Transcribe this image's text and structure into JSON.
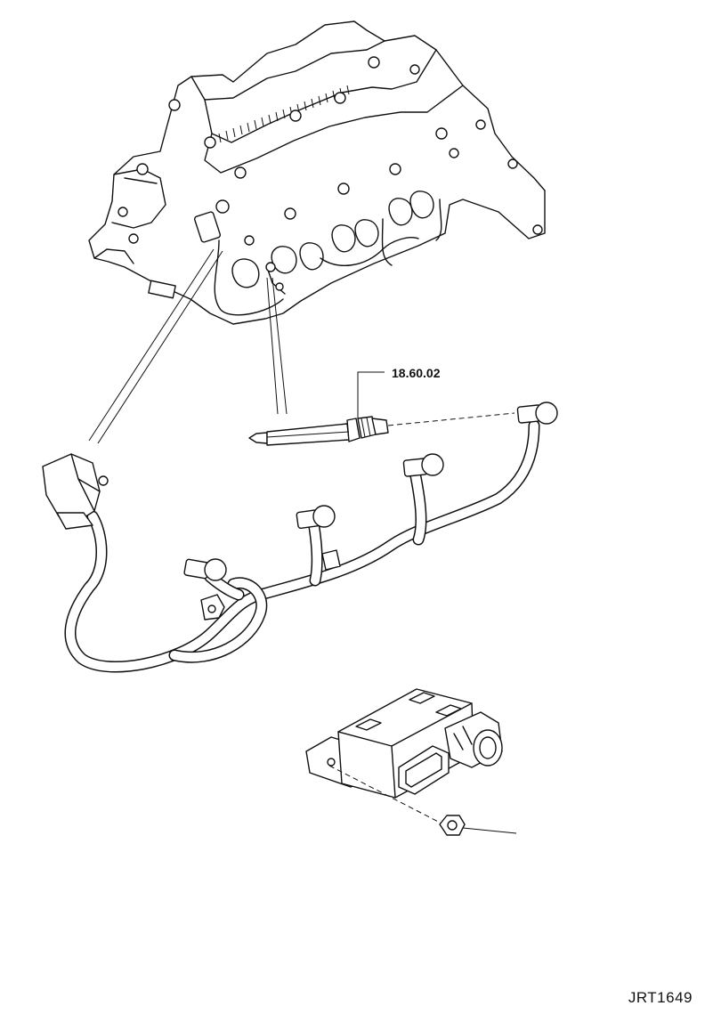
{
  "callout": {
    "part_number": "18.60.02"
  },
  "figure": {
    "code": "JRT1649"
  },
  "components": [
    "cylinder-head-assembly",
    "glow-plug",
    "glow-plug-harness",
    "glow-plug-control-module",
    "module-fixing-nut"
  ]
}
